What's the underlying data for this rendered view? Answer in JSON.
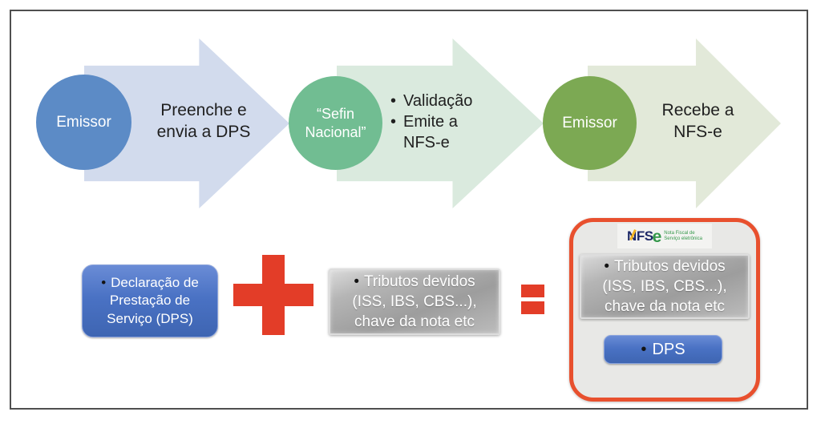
{
  "glyphs": {
    "bullet": "•",
    "plus": "+",
    "equals": "="
  },
  "palette": {
    "frame_border": "#4f4f4f",
    "step1_circle": "#5c8bc6",
    "step1_arrow": "#d2dbed",
    "step2_circle": "#71bd92",
    "step2_arrow": "#daeade",
    "step3_circle": "#7ca953",
    "step3_arrow": "#e2e9d9",
    "operator_red": "#e33d28",
    "result_card_border": "#e8502e",
    "result_card_fill": "#e8e8e6",
    "blue_box": "#4472c4",
    "gray_box": "#a6a6a6",
    "logo_navy": "#1f2a68",
    "logo_green": "#35984b",
    "logo_yellow": "#f2b322"
  },
  "flow": {
    "steps": [
      {
        "actor": "Emissor",
        "lines": [
          "Preenche e",
          "envia a DPS"
        ]
      },
      {
        "actor_lines": [
          "“Sefin",
          "Nacional”"
        ],
        "bullets": [
          "Validação",
          "Emite a NFS-e"
        ]
      },
      {
        "actor": "Emissor",
        "lines": [
          "Recebe a",
          "NFS-e"
        ]
      }
    ]
  },
  "equation": {
    "dps_declaration": {
      "lines": [
        "Declaração de",
        "Prestação de",
        "Serviço (DPS)"
      ]
    },
    "tributos": {
      "lines": [
        "Tributos devidos",
        "(ISS, IBS, CBS...),",
        "chave da nota etc"
      ]
    },
    "result": {
      "logo": {
        "n": "N",
        "fs": "FS",
        "e": "e",
        "tagline": [
          "Nota Fiscal de",
          "Serviço eletrônica"
        ]
      },
      "tributos_lines": [
        "Tributos devidos",
        "(ISS, IBS, CBS...),",
        "chave da nota etc"
      ],
      "dps_label": "DPS"
    }
  }
}
